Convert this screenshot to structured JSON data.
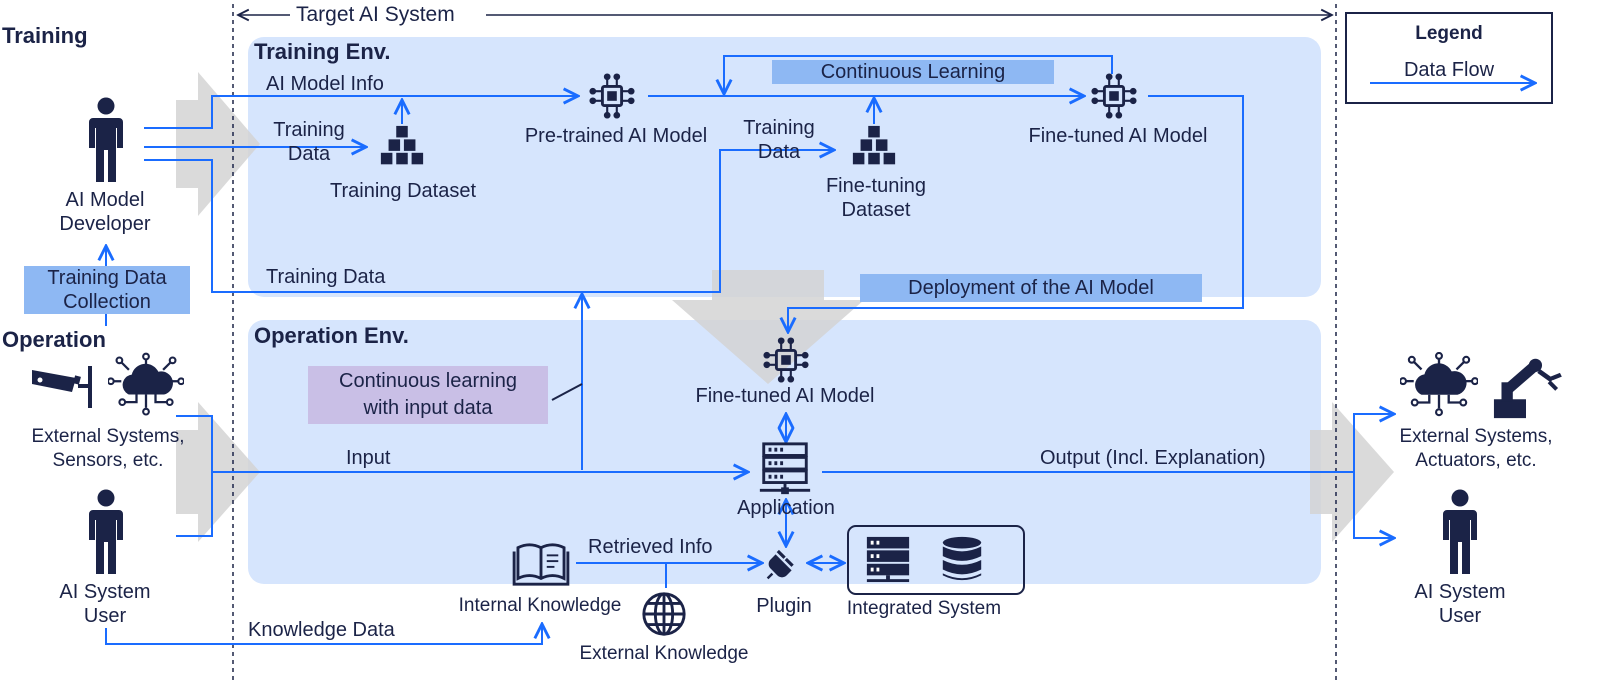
{
  "header": {
    "target_system": "Target AI System"
  },
  "legend": {
    "title": "Legend",
    "data_flow": "Data Flow"
  },
  "phases": {
    "training": "Training",
    "operation": "Operation"
  },
  "environments": {
    "training": "Training Env.",
    "operation": "Operation Env."
  },
  "actors": {
    "developer": [
      "AI Model",
      "Developer"
    ],
    "user_left": [
      "AI System",
      "User"
    ],
    "ext_left": [
      "External Systems,",
      "Sensors, etc."
    ],
    "ext_right": [
      "External Systems,",
      "Actuators, etc."
    ],
    "user_right": [
      "AI System",
      "User"
    ]
  },
  "nodes": {
    "training_dataset": "Training Dataset",
    "pretrained_model": "Pre-trained AI Model",
    "finetuning_dataset": [
      "Fine-tuning",
      "Dataset"
    ],
    "finetuned_model_top": "Fine-tuned AI Model",
    "finetuned_model_op": "Fine-tuned AI Model",
    "application": "Application",
    "plugin": "Plugin",
    "integrated_system": "Integrated System",
    "internal_knowledge": "Internal Knowledge",
    "external_knowledge": "External Knowledge"
  },
  "labels": {
    "ai_model_info": "AI Model Info",
    "training_data_1": [
      "Training",
      "Data"
    ],
    "training_data_2": [
      "Training",
      "Data"
    ],
    "training_data_bottom": "Training Data",
    "continuous_learning": "Continuous Learning",
    "deployment": "Deployment of the AI Model",
    "training_data_collection": [
      "Training Data",
      "Collection"
    ],
    "continuous_learning_input": [
      "Continuous learning",
      "with input data"
    ],
    "input": "Input",
    "output": "Output (Incl. Explanation)",
    "retrieved_info": "Retrieved Info",
    "knowledge_data": "Knowledge Data"
  },
  "colors": {
    "flow": "#1a6cff",
    "navy": "#1b2347",
    "env_fill": "#d6e5fd",
    "highlight_blue": "#8eb8f3",
    "highlight_purple": "#c9bfe6",
    "gray_arrow": "#d9d9d9"
  },
  "icons": [
    "person-icon",
    "chip-icon",
    "dataset-icon",
    "server-icon",
    "plug-icon",
    "database-icon",
    "book-icon",
    "globe-icon",
    "camera-icon",
    "cloud-network-icon",
    "robot-arm-icon"
  ]
}
